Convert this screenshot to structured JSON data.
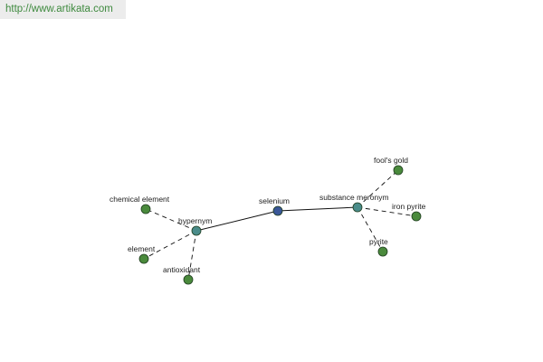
{
  "banner": {
    "url": "http://www.artikata.com"
  },
  "graph": {
    "colors": {
      "root": "#3a5798",
      "relation": "#4a8c8a",
      "leaf": "#4a8a3c",
      "node_stroke": "#1f3d1f",
      "edge": "#111111",
      "banner_bg": "#ececec",
      "banner_text": "#3f8a3f"
    },
    "nodes": [
      {
        "id": "selenium",
        "label": "selenium",
        "kind": "root"
      },
      {
        "id": "hypernym",
        "label": "hypernym",
        "kind": "relation"
      },
      {
        "id": "substance_meronym",
        "label": "substance meronym",
        "kind": "relation"
      },
      {
        "id": "chemical_element",
        "label": "chemical element",
        "kind": "leaf"
      },
      {
        "id": "element",
        "label": "element",
        "kind": "leaf"
      },
      {
        "id": "antioxidant",
        "label": "antioxidant",
        "kind": "leaf"
      },
      {
        "id": "fools_gold",
        "label": "fool's gold",
        "kind": "leaf"
      },
      {
        "id": "iron_pyrite",
        "label": "iron pyrite",
        "kind": "leaf"
      },
      {
        "id": "pyrite",
        "label": "pyrite",
        "kind": "leaf"
      }
    ],
    "edges": [
      {
        "from": "selenium",
        "to": "hypernym",
        "style": "solid"
      },
      {
        "from": "selenium",
        "to": "substance_meronym",
        "style": "solid"
      },
      {
        "from": "hypernym",
        "to": "chemical_element",
        "style": "dashed"
      },
      {
        "from": "hypernym",
        "to": "element",
        "style": "dashed"
      },
      {
        "from": "hypernym",
        "to": "antioxidant",
        "style": "dashed"
      },
      {
        "from": "substance_meronym",
        "to": "fools_gold",
        "style": "dashed"
      },
      {
        "from": "substance_meronym",
        "to": "iron_pyrite",
        "style": "dashed"
      },
      {
        "from": "substance_meronym",
        "to": "pyrite",
        "style": "dashed"
      }
    ]
  }
}
